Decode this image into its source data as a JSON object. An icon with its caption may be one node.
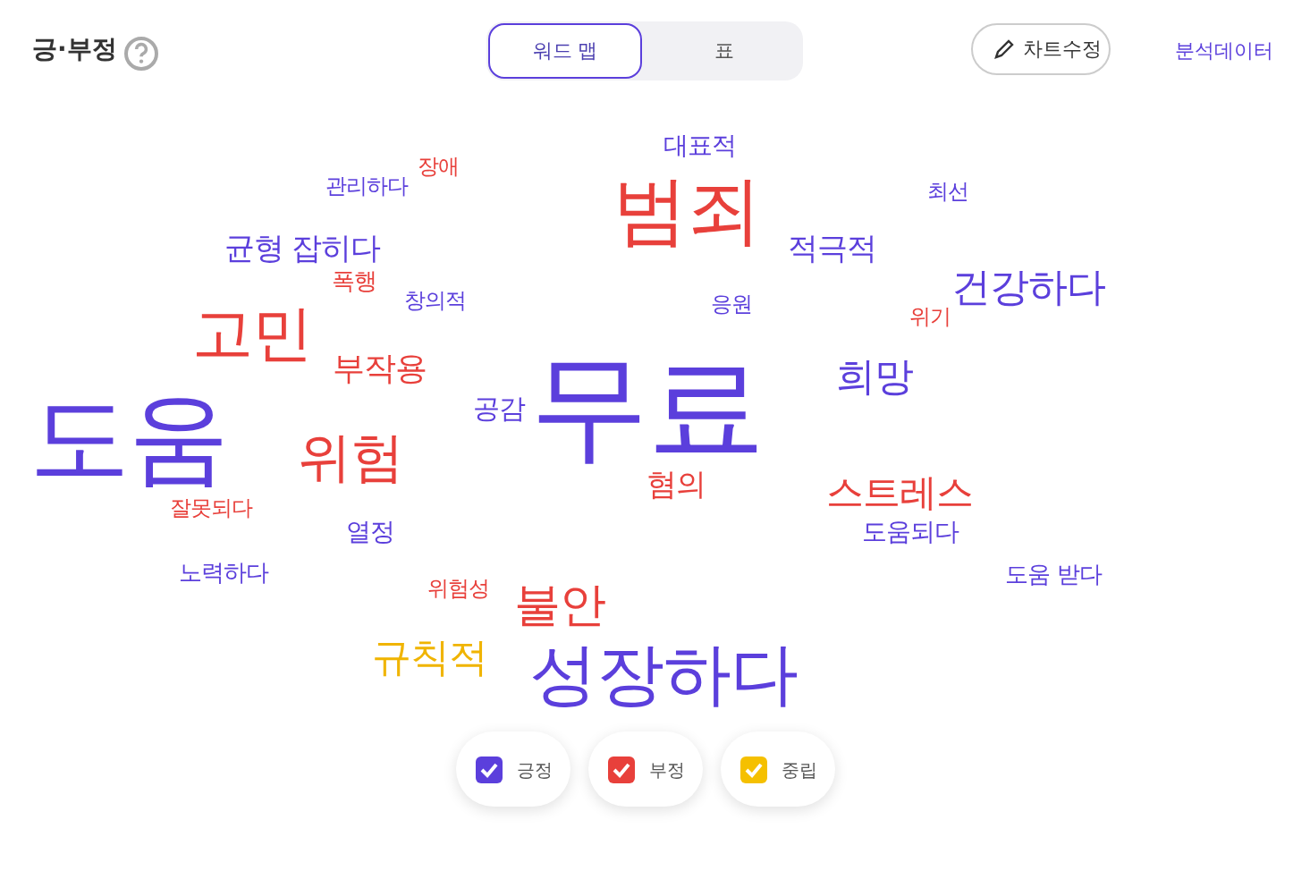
{
  "diagram": {
    "labels": [
      "긍·부정",
      "워드 맵",
      "표",
      "차트수정",
      "분석데이터",
      "대표적",
      "장애",
      "관리하다",
      "최선",
      "범죄",
      "균형 잡히다",
      "적극적",
      "폭행",
      "창의적",
      "응원",
      "건강하다",
      "위기",
      "고민",
      "부작용",
      "희망",
      "무료",
      "공감",
      "도움",
      "위험",
      "혐의",
      "스트레스",
      "잘못되다",
      "열정",
      "도움되다",
      "노력하다",
      "도움 받다",
      "위험성",
      "불안",
      "규칙적",
      "성장하다"
    ],
    "legend": [
      {
        "text": "긍정",
        "color": "#5b3fdc"
      },
      {
        "text": "부정",
        "color": "#e8403b"
      },
      {
        "text": "중립",
        "color": "#f5c000"
      }
    ]
  }
}
